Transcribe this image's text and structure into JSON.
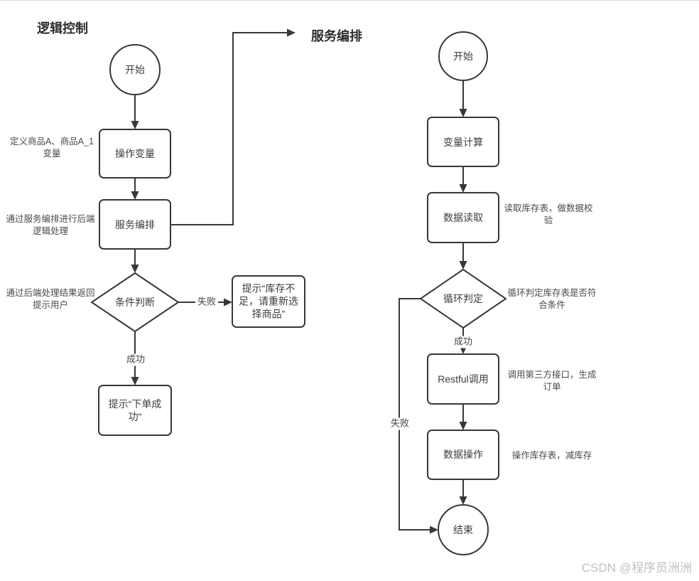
{
  "page": {
    "watermark": "CSDN @程序员洲洲"
  },
  "left_flow": {
    "title": "逻辑控制",
    "start": "开始",
    "step1": "操作变量",
    "step2": "服务编排",
    "decision": "条件判断",
    "fail_box": "提示“库存不\n足，请重新选\n择商品”",
    "success_box": "提示“下单成\n功”",
    "label_fail": "失败",
    "label_success": "成功",
    "ann_step1": "定义商品A、商品A_1\n变量",
    "ann_step2": "通过服务编排进行后端\n逻辑处理",
    "ann_decision": "通过后端处理结果返回\n提示用户"
  },
  "right_flow": {
    "title": "服务编排",
    "start": "开始",
    "step1": "变量计算",
    "step2": "数据读取",
    "decision": "循环判定",
    "step3": "Restful调用",
    "step4": "数据操作",
    "end": "结束",
    "label_success": "成功",
    "label_fail": "失败",
    "ann_step2": "读取库存表，做数据校\n验",
    "ann_decision": "循环判定库存表是否符\n合条件",
    "ann_step3": "调用第三方接口，生成\n订单",
    "ann_step4": "操作库存表，减库存"
  }
}
